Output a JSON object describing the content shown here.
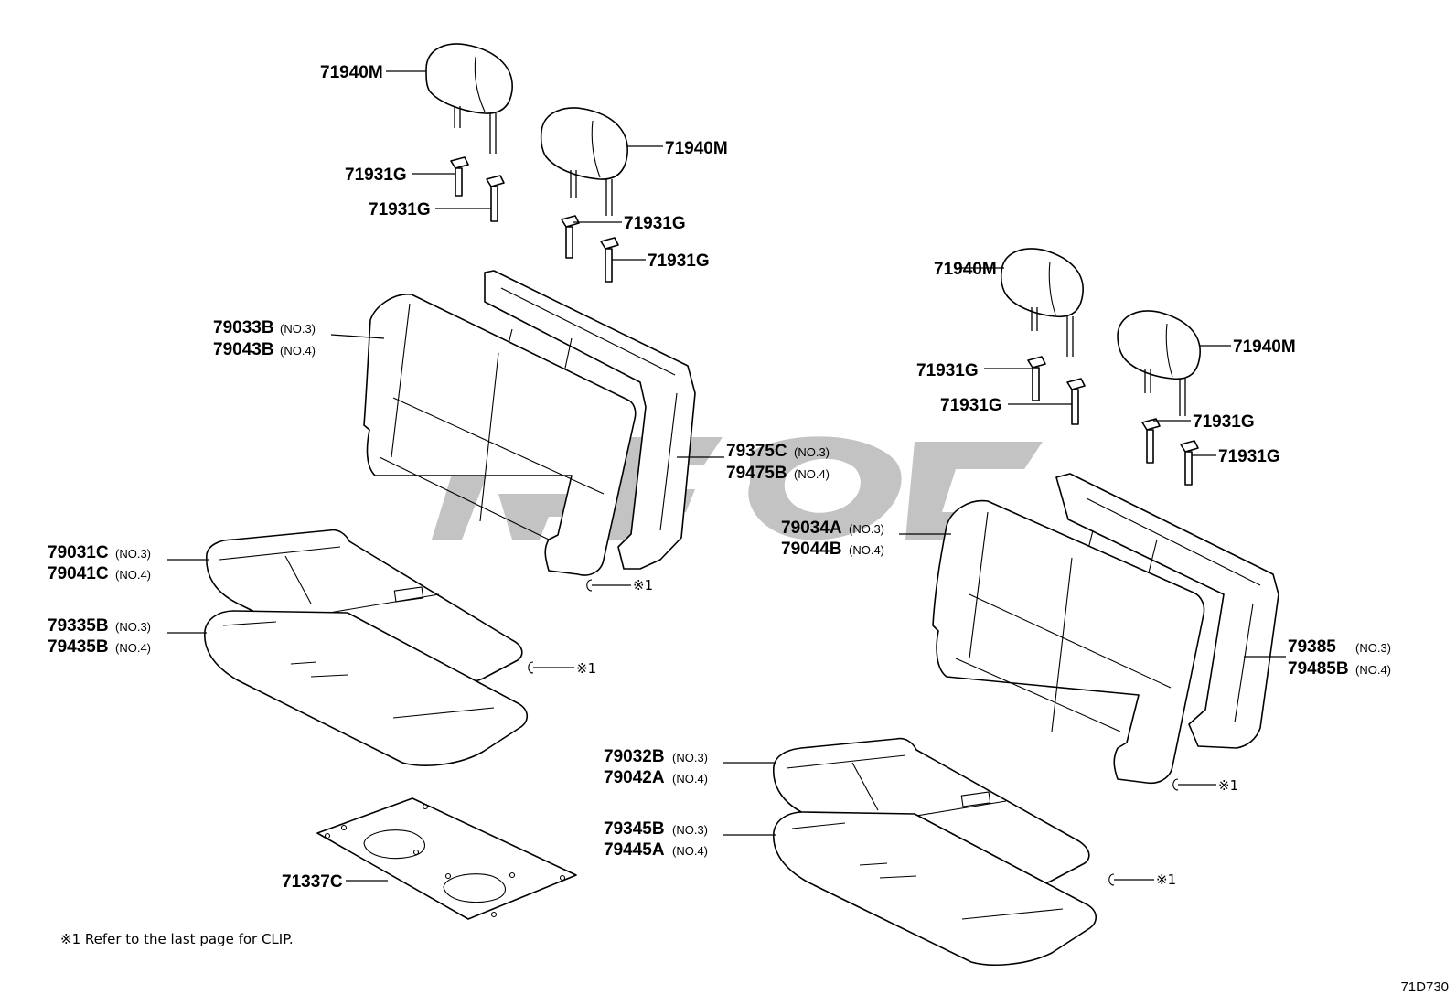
{
  "labels": {
    "hr_1": "71940M",
    "hr_2": "71940M",
    "hr_3": "71940M",
    "hr_4": "71940M",
    "sup_1": "71931G",
    "sup_2": "71931G",
    "sup_3": "71931G",
    "sup_4": "71931G",
    "sup_5": "71931G",
    "sup_6": "71931G",
    "sup_7": "71931G",
    "sup_8": "71931G",
    "lback_cover_a": "79033B",
    "lback_cover_b": "79043B",
    "lback_pad_a": "79375C",
    "lback_pad_b": "79475B",
    "lcush_cover_a": "79031C",
    "lcush_cover_b": "79041C",
    "lcush_pad_a": "79335B",
    "lcush_pad_b": "79435B",
    "plate": "71337C",
    "rback_cover_a": "79034A",
    "rback_cover_b": "79044B",
    "rback_pad_a": "79385",
    "rback_pad_b": "79485B",
    "rcush_cover_a": "79032B",
    "rcush_cover_b": "79042A",
    "rcush_pad_a": "79345B",
    "rcush_pad_b": "79445A"
  },
  "qualifiers": {
    "no3": "(NO.3)",
    "no4": "(NO.4)"
  },
  "clip_mark": "※1",
  "footnote": "※1  Refer to the last page for CLIP.",
  "drawing_code": "71D730"
}
